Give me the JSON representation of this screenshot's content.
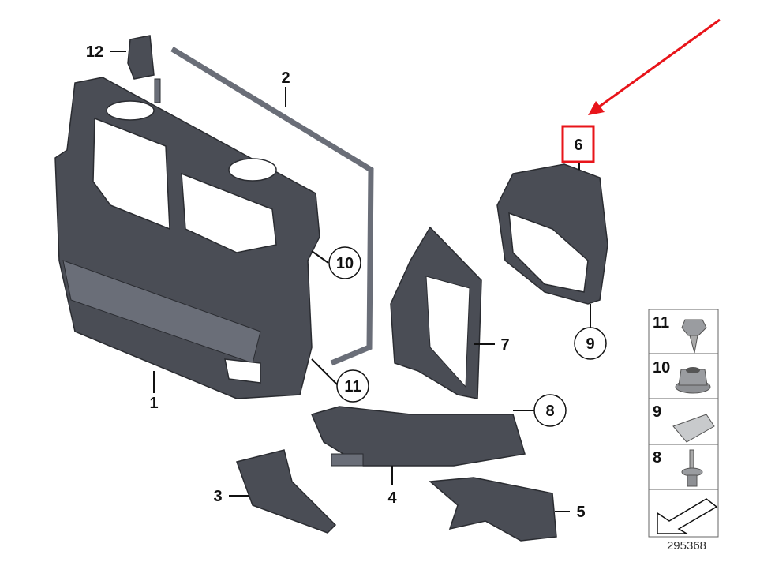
{
  "diagram": {
    "callouts": [
      {
        "id": "1",
        "label": "1",
        "circled": false
      },
      {
        "id": "2",
        "label": "2",
        "circled": false
      },
      {
        "id": "3",
        "label": "3",
        "circled": false
      },
      {
        "id": "4",
        "label": "4",
        "circled": false
      },
      {
        "id": "5",
        "label": "5",
        "circled": false
      },
      {
        "id": "6",
        "label": "6",
        "circled": false,
        "highlighted": true
      },
      {
        "id": "7",
        "label": "7",
        "circled": false
      },
      {
        "id": "8",
        "label": "8",
        "circled": true
      },
      {
        "id": "9",
        "label": "9",
        "circled": true
      },
      {
        "id": "10",
        "label": "10",
        "circled": true
      },
      {
        "id": "11",
        "label": "11",
        "circled": true
      },
      {
        "id": "12",
        "label": "12",
        "circled": false
      }
    ],
    "legend": [
      {
        "label": "11",
        "icon": "screw-icon"
      },
      {
        "label": "10",
        "icon": "hex-nut-icon"
      },
      {
        "label": "9",
        "icon": "clip-nut-icon"
      },
      {
        "label": "8",
        "icon": "expansion-rivet-icon"
      },
      {
        "label": "",
        "icon": "direction-arrow-icon"
      }
    ],
    "catalog_number": "295368",
    "highlight_color": "#e8141a"
  }
}
